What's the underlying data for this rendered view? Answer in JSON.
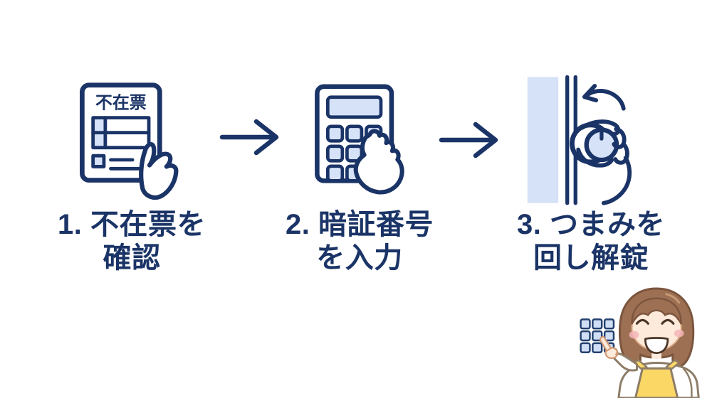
{
  "page": {
    "background": "#ffffff"
  },
  "palette": {
    "navy": "#1b3467",
    "icon_fill_blue": "#d6e2f8",
    "keypad_cell_blue": "#cfdef5",
    "apron_yellow": "#fbd766",
    "hair_brown": "#9d7053",
    "skin": "#fdeadb",
    "cheek_pink": "#f5b5ba"
  },
  "steps": [
    {
      "icon": "absence-slip-in-hand-icon",
      "caption_line1": "1. 不在票を",
      "caption_line2": "確認"
    },
    {
      "icon": "keypad-entry-icon",
      "caption_line1": "2. 暗証番号",
      "caption_line2": "を入力"
    },
    {
      "icon": "doorknob-turn-icon",
      "caption_line1": "3. つまみを",
      "caption_line2": "回し解錠"
    }
  ],
  "slip": {
    "label": "不在票"
  },
  "arrows": [
    "right-arrow-icon",
    "right-arrow-icon"
  ],
  "mascot": {
    "icon": "pointing-woman-icon",
    "prop_icon": "mini-keypad-icon"
  }
}
